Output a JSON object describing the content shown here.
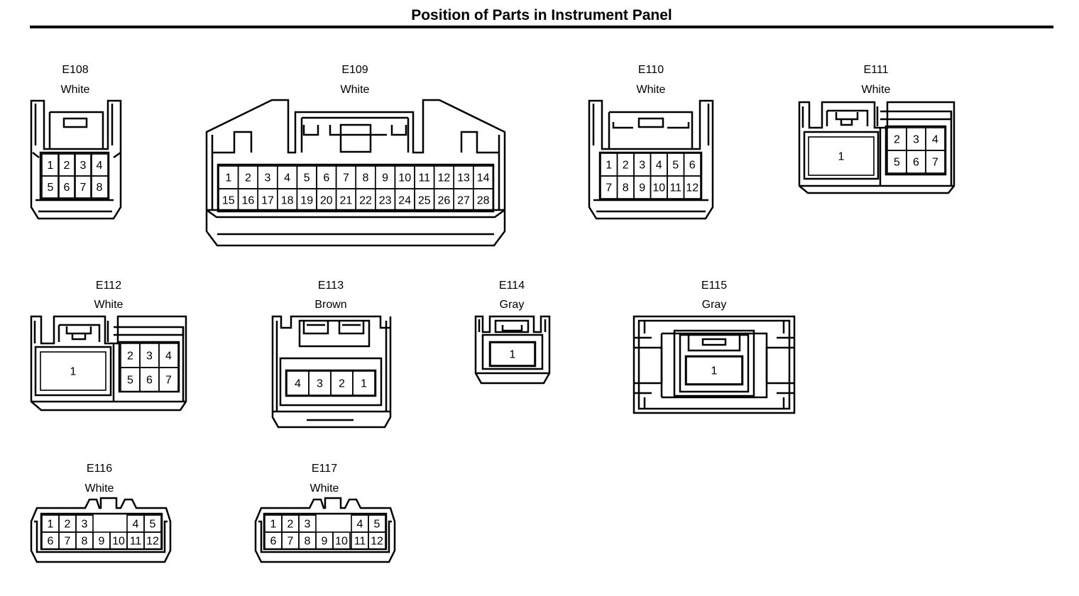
{
  "title": "Position of Parts in Instrument Panel",
  "connectors": [
    {
      "id": "E108",
      "color": "White",
      "pins": [
        "1",
        "2",
        "3",
        "4",
        "5",
        "6",
        "7",
        "8"
      ]
    },
    {
      "id": "E109",
      "color": "White",
      "pins": [
        "1",
        "2",
        "3",
        "4",
        "5",
        "6",
        "7",
        "8",
        "9",
        "10",
        "11",
        "12",
        "13",
        "14",
        "15",
        "16",
        "17",
        "18",
        "19",
        "20",
        "21",
        "22",
        "23",
        "24",
        "25",
        "26",
        "27",
        "28"
      ]
    },
    {
      "id": "E110",
      "color": "White",
      "pins": [
        "1",
        "2",
        "3",
        "4",
        "5",
        "6",
        "7",
        "8",
        "9",
        "10",
        "11",
        "12"
      ]
    },
    {
      "id": "E111",
      "color": "White",
      "pins": [
        "1",
        "2",
        "3",
        "4",
        "5",
        "6",
        "7"
      ]
    },
    {
      "id": "E112",
      "color": "White",
      "pins": [
        "1",
        "2",
        "3",
        "4",
        "5",
        "6",
        "7"
      ]
    },
    {
      "id": "E113",
      "color": "Brown",
      "pins": [
        "4",
        "3",
        "2",
        "1"
      ]
    },
    {
      "id": "E114",
      "color": "Gray",
      "pins": [
        "1"
      ]
    },
    {
      "id": "E115",
      "color": "Gray",
      "pins": [
        "1"
      ]
    },
    {
      "id": "E116",
      "color": "White",
      "pins": [
        "1",
        "2",
        "3",
        "4",
        "5",
        "6",
        "7",
        "8",
        "9",
        "10",
        "11",
        "12"
      ]
    },
    {
      "id": "E117",
      "color": "White",
      "pins": [
        "1",
        "2",
        "3",
        "4",
        "5",
        "6",
        "7",
        "8",
        "9",
        "10",
        "11",
        "12"
      ]
    }
  ]
}
